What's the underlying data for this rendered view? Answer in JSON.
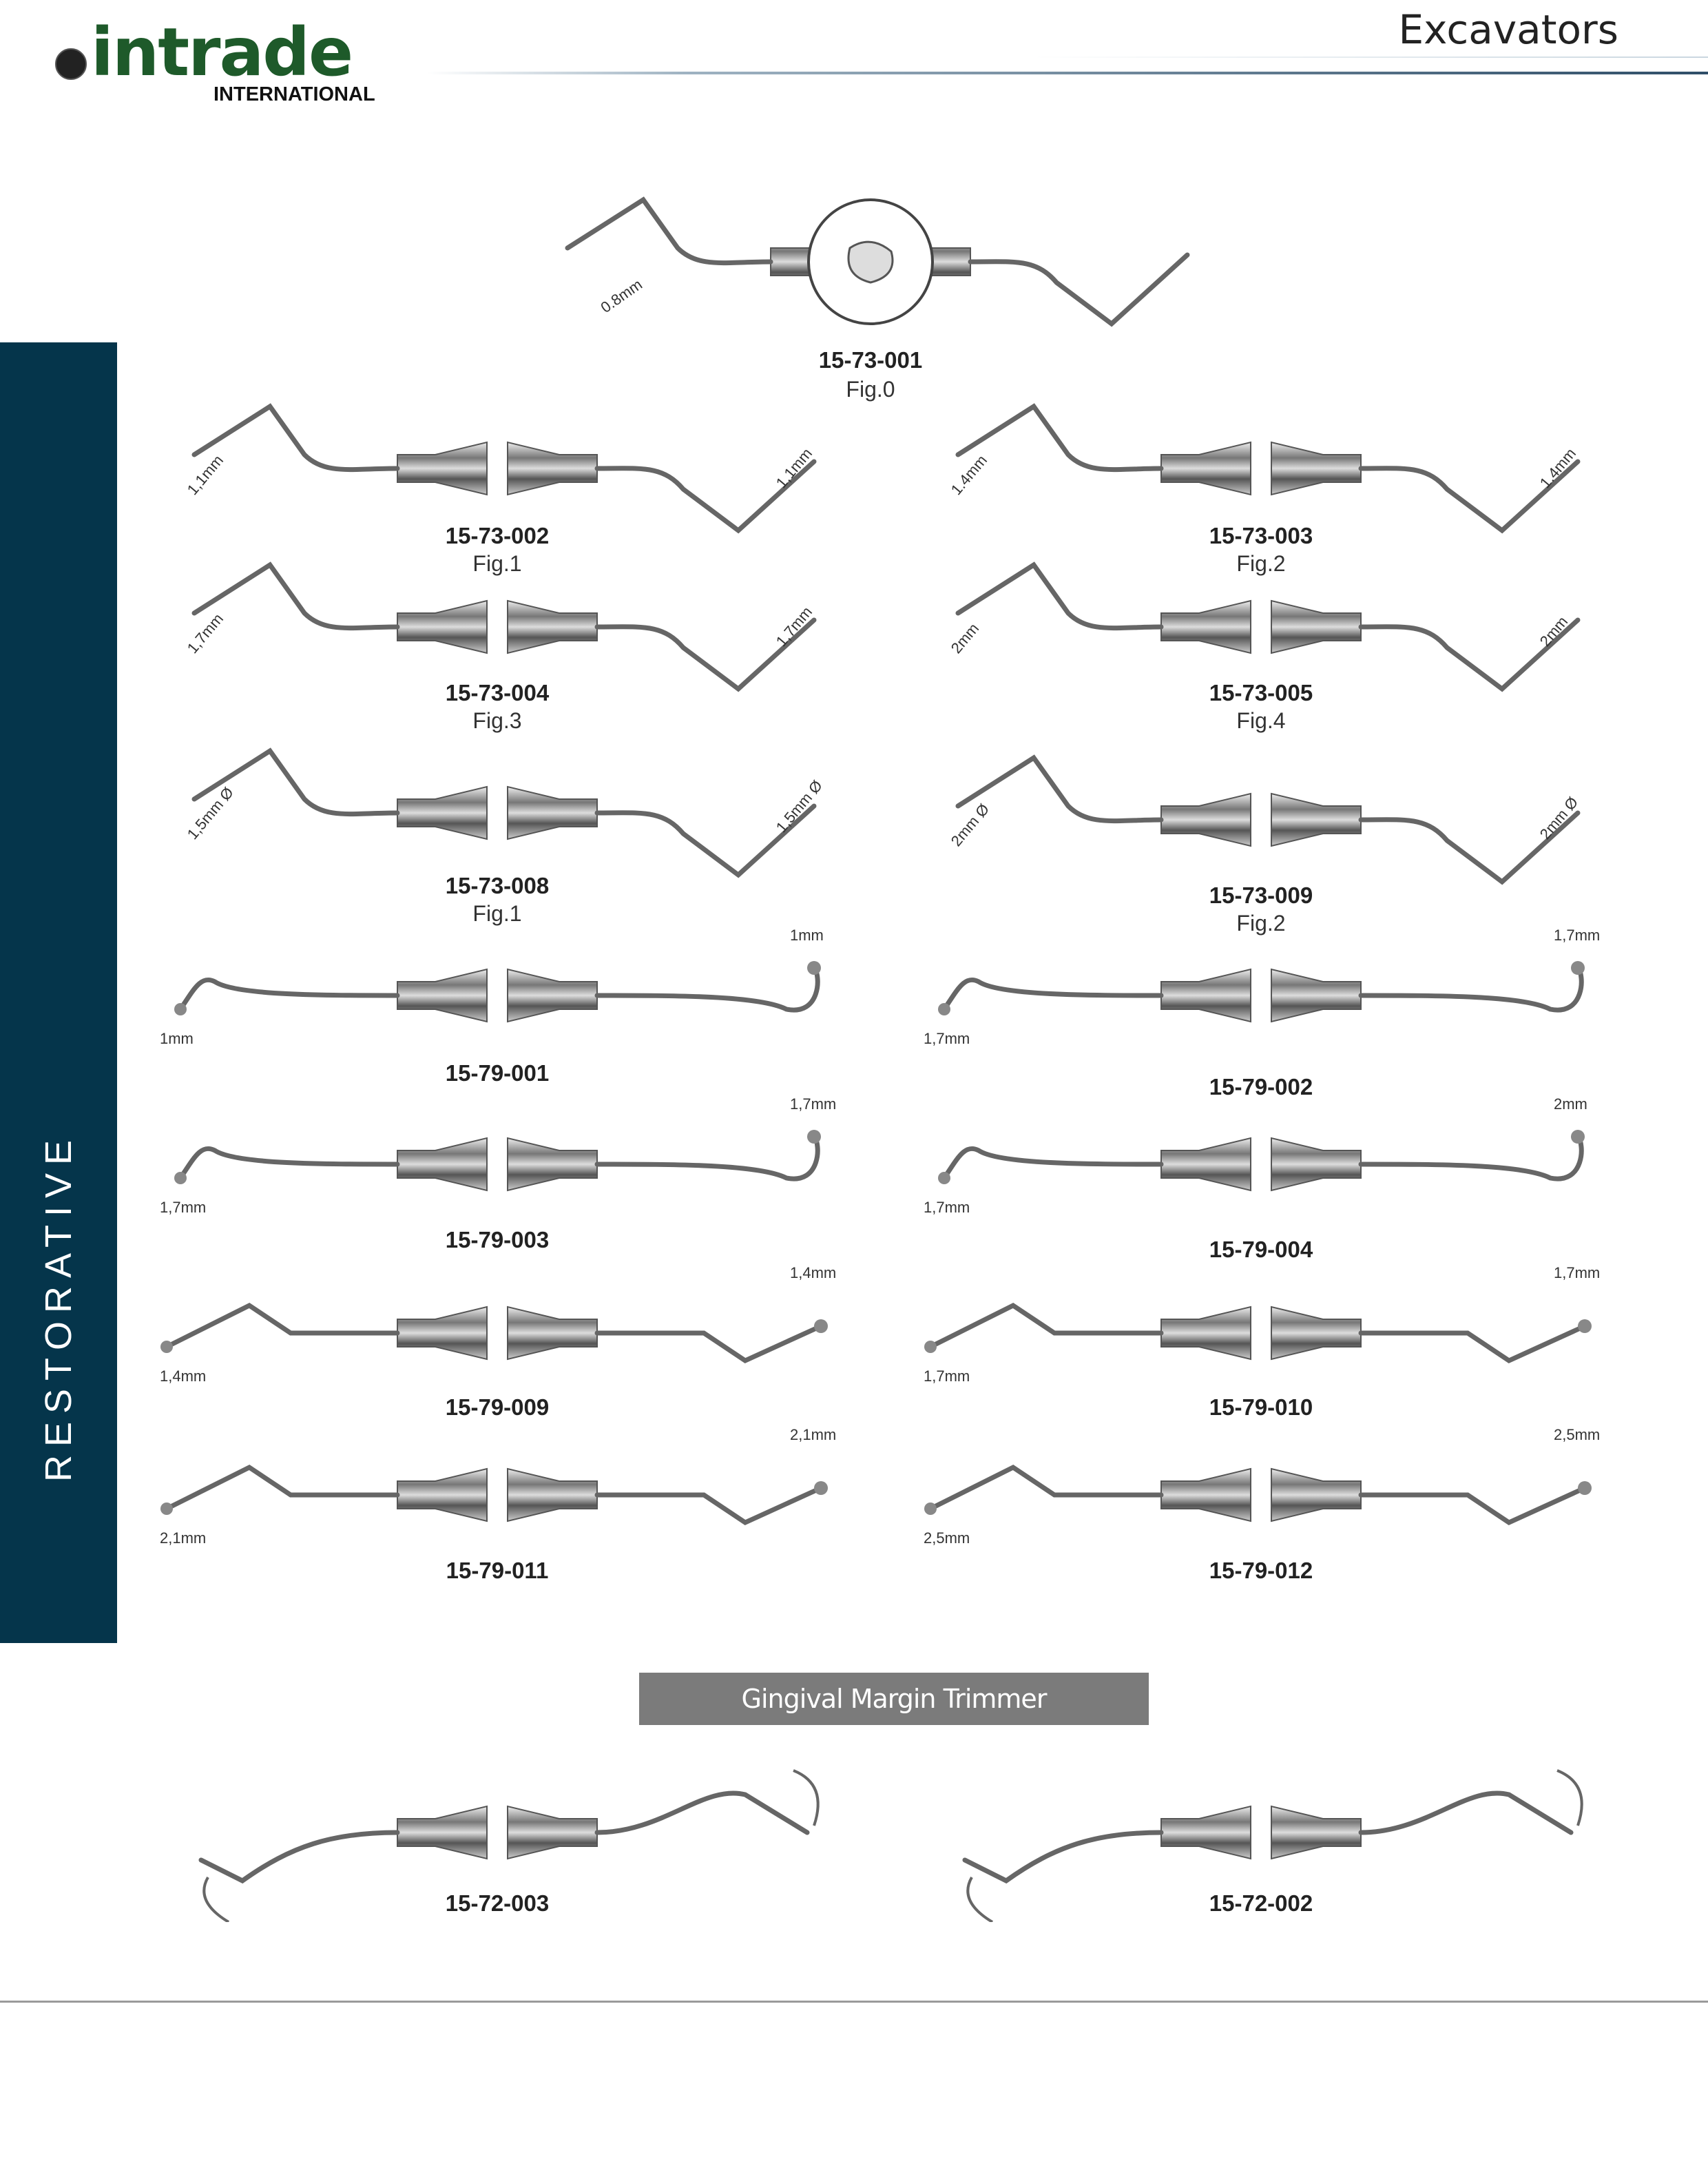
{
  "header": {
    "brand": "intrade",
    "brand_sub": "INTERNATIONAL",
    "title": "Excavators"
  },
  "sidebar": {
    "label": "RESTORATIVE"
  },
  "featured": {
    "code": "15-73-001",
    "fig": "Fig.0",
    "tip": "0.8mm"
  },
  "products": [
    {
      "code": "15-73-002",
      "fig": "Fig.1",
      "tip_left": "1,1mm",
      "tip_right": "1,1mm",
      "style": "angled"
    },
    {
      "code": "15-73-003",
      "fig": "Fig.2",
      "tip_left": "1.4mm",
      "tip_right": "1.4mm",
      "style": "angled"
    },
    {
      "code": "15-73-004",
      "fig": "Fig.3",
      "tip_left": "1,7mm",
      "tip_right": "1,7mm",
      "style": "angled"
    },
    {
      "code": "15-73-005",
      "fig": "Fig.4",
      "tip_left": "2mm",
      "tip_right": "2mm",
      "style": "angled"
    },
    {
      "code": "15-73-008",
      "fig": "Fig.1",
      "tip_left": "1,5mm Ø",
      "tip_right": "1,5mm Ø",
      "style": "angled"
    },
    {
      "code": "15-73-009",
      "fig": "Fig.2",
      "tip_left": "2mm Ø",
      "tip_right": "2mm Ø",
      "style": "angled"
    },
    {
      "code": "15-79-001",
      "tip_left": "1mm",
      "tip_right": "1mm",
      "style": "ball"
    },
    {
      "code": "15-79-002",
      "tip_left": "1,7mm",
      "tip_right": "1,7mm",
      "style": "ball"
    },
    {
      "code": "15-79-003",
      "tip_left": "1,7mm",
      "tip_right": "1,7mm",
      "style": "ball"
    },
    {
      "code": "15-79-004",
      "tip_left": "1,7mm",
      "tip_right": "2mm",
      "style": "ball"
    },
    {
      "code": "15-79-009",
      "tip_left": "1,4mm",
      "tip_right": "1,4mm",
      "style": "bent"
    },
    {
      "code": "15-79-010",
      "tip_left": "1,7mm",
      "tip_right": "1,7mm",
      "style": "bent"
    },
    {
      "code": "15-79-011",
      "tip_left": "2,1mm",
      "tip_right": "2,1mm",
      "style": "bent"
    },
    {
      "code": "15-79-012",
      "tip_left": "2,5mm",
      "tip_right": "2,5mm",
      "style": "bent"
    }
  ],
  "section": {
    "title": "Gingival Margin Trimmer"
  },
  "trimmers": [
    {
      "code": "15-72-003",
      "style": "trimmer"
    },
    {
      "code": "15-72-002",
      "style": "trimmer"
    }
  ]
}
